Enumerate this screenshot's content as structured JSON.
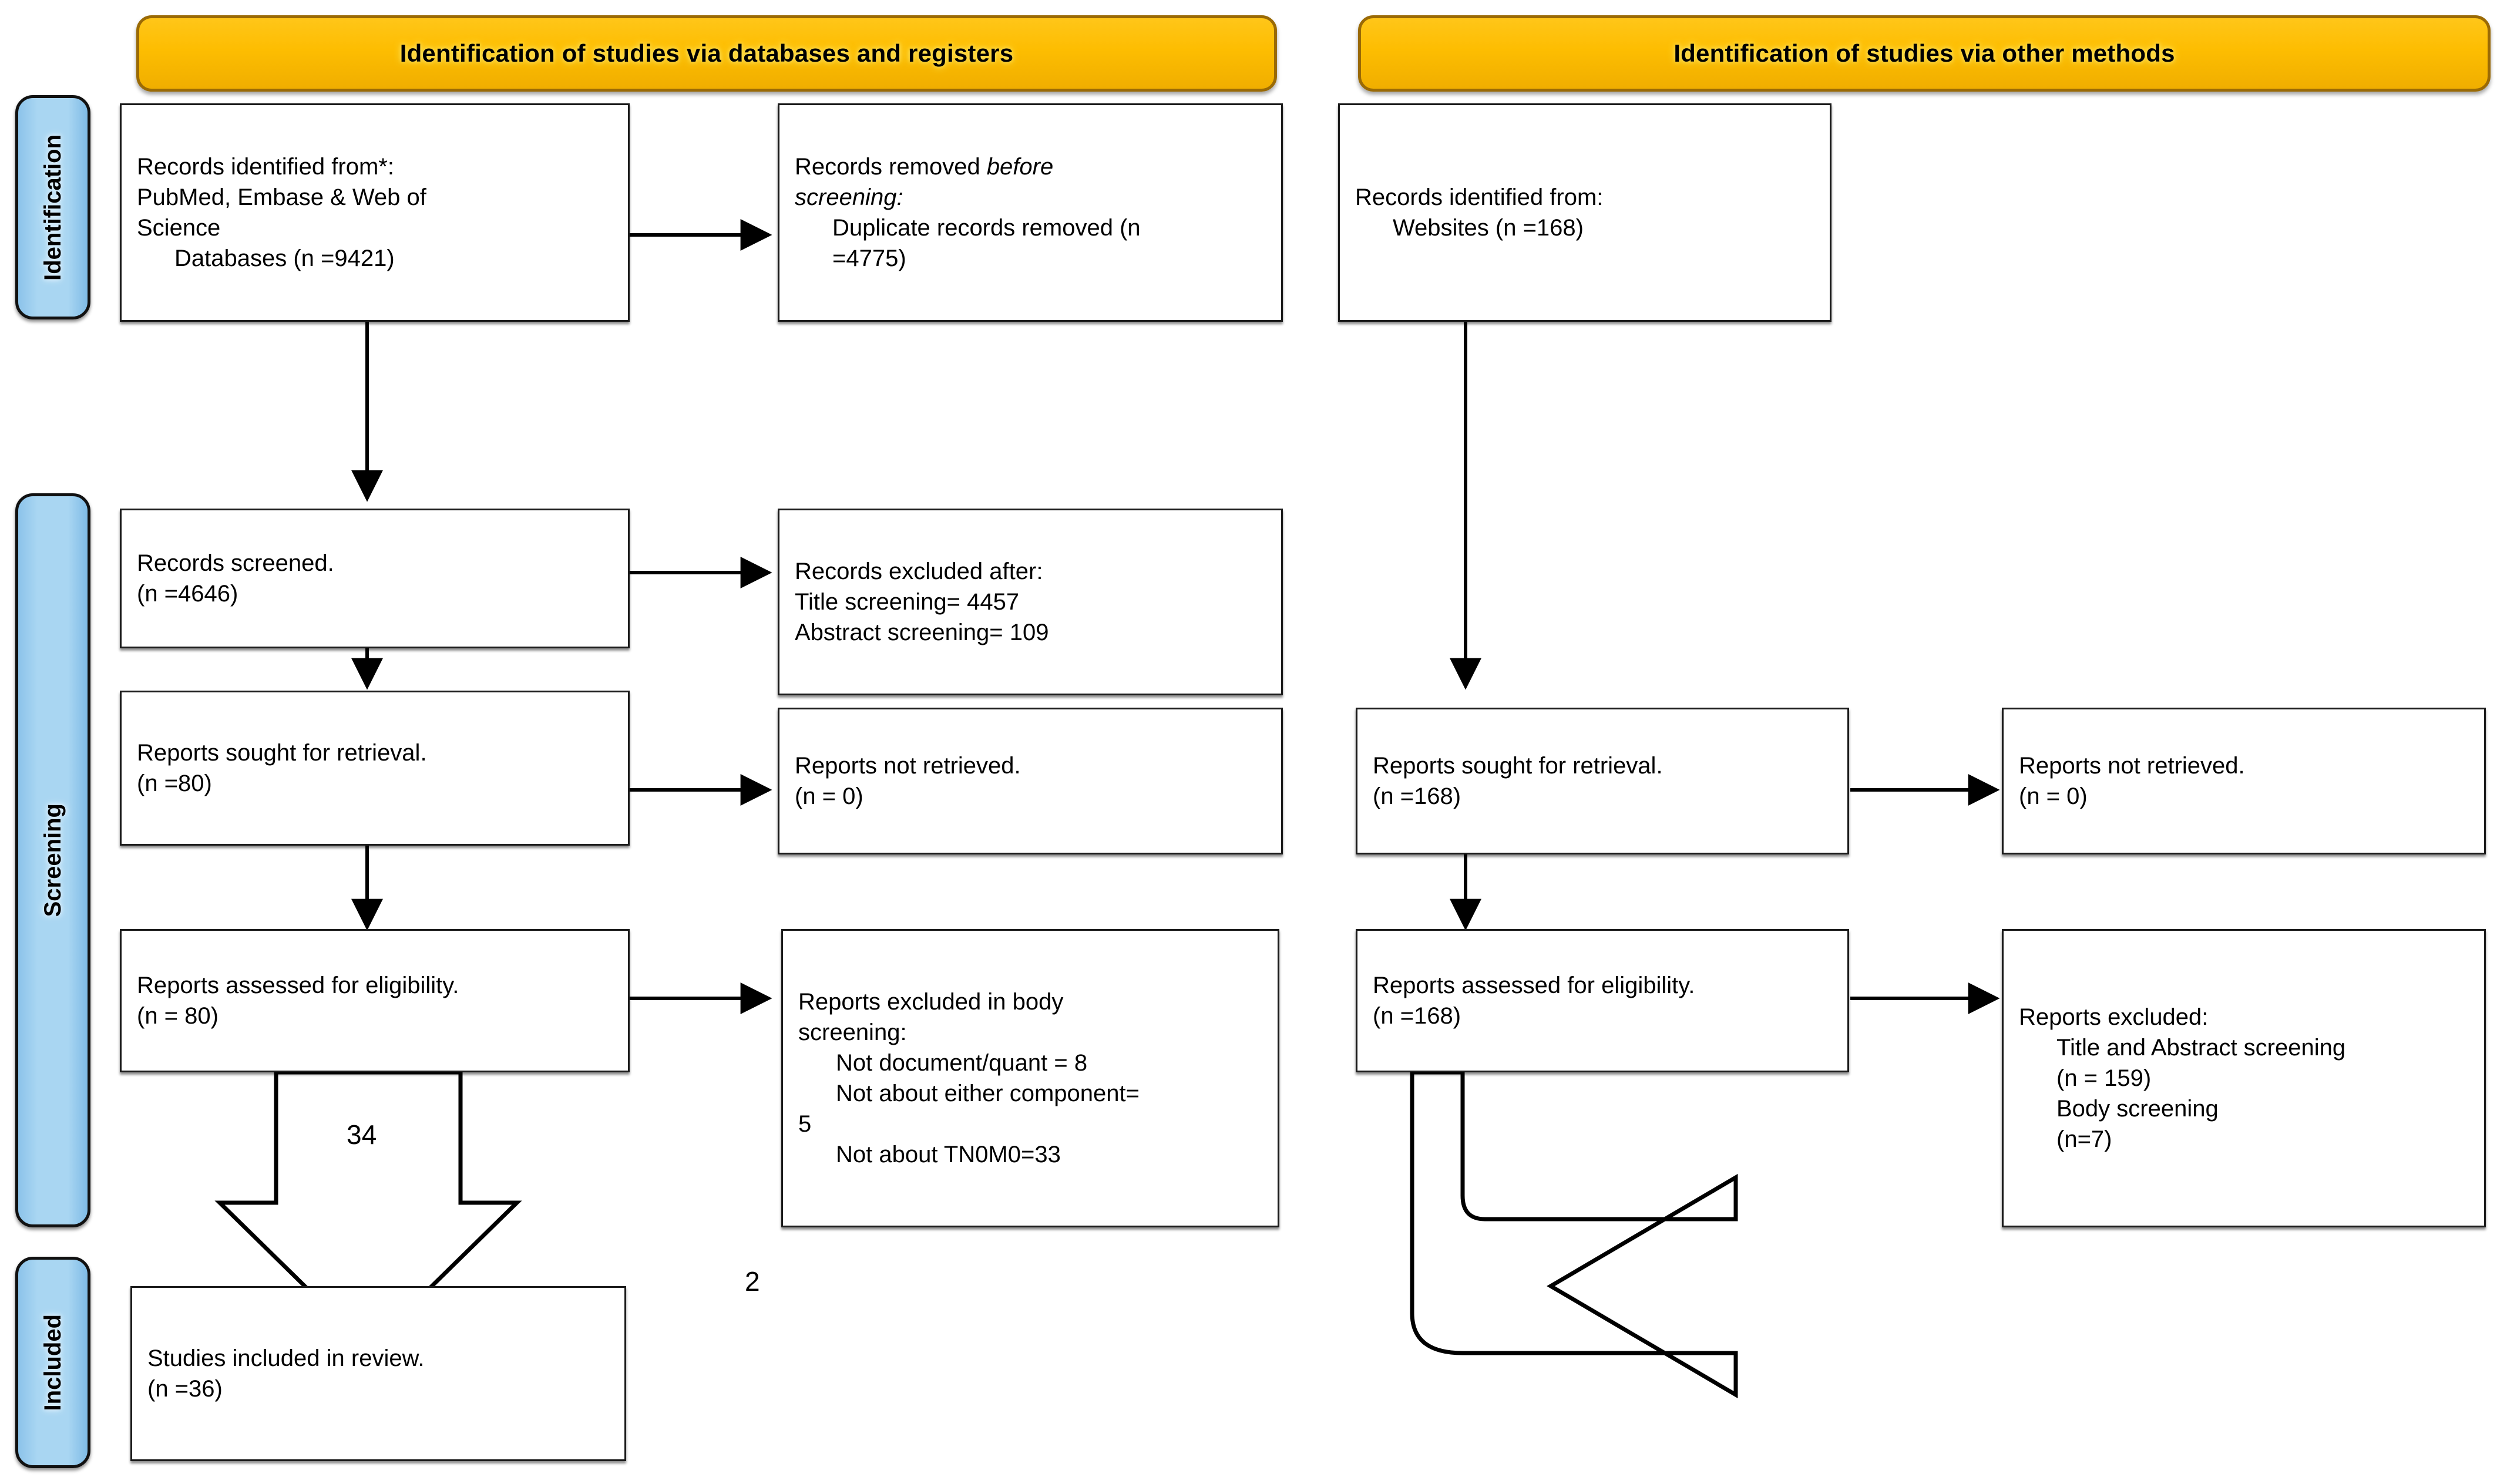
{
  "diagram": {
    "type": "prisma-flow-diagram",
    "banners": [
      {
        "id": "databases",
        "label": "Identification of studies via databases and registers"
      },
      {
        "id": "other",
        "label": "Identification of studies via other methods"
      }
    ],
    "phases": [
      {
        "id": "identification",
        "label": "Identification"
      },
      {
        "id": "screening",
        "label": "Screening"
      },
      {
        "id": "included",
        "label": "Included"
      }
    ],
    "colors": {
      "banner_fill": "#FDBD01",
      "banner_border": "#9A6A05",
      "rail_fill": "#A9D6F2",
      "rail_border": "#111111",
      "box_border": "#1b1b1b",
      "box_fill": "#FFFFFF",
      "text": "#000000"
    },
    "boxes": {
      "records_identified_db": {
        "name": "Records identified from databases",
        "lines": [
          {
            "text": "Records identified from*:",
            "indent": false
          },
          {
            "text": "PubMed, Embase & Web of",
            "indent": false
          },
          {
            "text": "Science",
            "indent": false
          },
          {
            "text": "Databases (n =9421)",
            "indent": true
          }
        ]
      },
      "records_removed": {
        "name": "Records removed before screening",
        "lines": [
          {
            "text": "Records removed before",
            "indent": false,
            "italic_from": "before"
          },
          {
            "text": "screening:",
            "indent": false,
            "italic": true
          },
          {
            "text": "Duplicate records removed (n",
            "indent": true
          },
          {
            "text": "=4775)",
            "indent": true
          }
        ]
      },
      "records_identified_other": {
        "name": "Records identified from websites",
        "lines": [
          {
            "text": "Records identified from:",
            "indent": false
          },
          {
            "text": "Websites (n =168)",
            "indent": true
          }
        ]
      },
      "records_screened": {
        "name": "Records screened",
        "lines": [
          {
            "text": "Records screened.",
            "indent": false
          },
          {
            "text": "(n =4646)",
            "indent": false
          }
        ]
      },
      "records_excluded": {
        "name": "Records excluded after screening",
        "lines": [
          {
            "text": "Records excluded after:",
            "indent": false
          },
          {
            "text": "Title screening= 4457",
            "indent": false
          },
          {
            "text": "Abstract screening= 109",
            "indent": false
          }
        ]
      },
      "reports_sought_db": {
        "name": "Reports sought for retrieval databases",
        "lines": [
          {
            "text": "Reports sought for retrieval.",
            "indent": false
          },
          {
            "text": "(n =80)",
            "indent": false
          }
        ]
      },
      "reports_not_retrieved_db": {
        "name": "Reports not retrieved databases",
        "lines": [
          {
            "text": "Reports not retrieved.",
            "indent": false
          },
          {
            "text": "(n = 0)",
            "indent": false
          }
        ]
      },
      "reports_sought_other": {
        "name": "Reports sought for retrieval other",
        "lines": [
          {
            "text": "Reports sought for retrieval.",
            "indent": false
          },
          {
            "text": "(n =168)",
            "indent": false
          }
        ]
      },
      "reports_not_retrieved_other": {
        "name": "Reports not retrieved other",
        "lines": [
          {
            "text": "Reports not retrieved.",
            "indent": false
          },
          {
            "text": "(n = 0)",
            "indent": false
          }
        ]
      },
      "reports_assessed_db": {
        "name": "Reports assessed for eligibility databases",
        "lines": [
          {
            "text": "Reports assessed for eligibility.",
            "indent": false
          },
          {
            "text": "(n = 80)",
            "indent": false
          }
        ]
      },
      "reports_excluded_body": {
        "name": "Reports excluded in body screening",
        "lines": [
          {
            "text": "Reports excluded in body",
            "indent": false
          },
          {
            "text": "screening:",
            "indent": false
          },
          {
            "text": "Not document/quant = 8",
            "indent": true
          },
          {
            "text": "Not about either component=",
            "indent": true
          },
          {
            "text": "5",
            "indent": false
          },
          {
            "text": "Not about TN0M0=33",
            "indent": true
          }
        ]
      },
      "reports_assessed_other": {
        "name": "Reports assessed for eligibility other",
        "lines": [
          {
            "text": "Reports assessed for eligibility.",
            "indent": false
          },
          {
            "text": "(n =168)",
            "indent": false
          }
        ]
      },
      "reports_excluded_other": {
        "name": "Reports excluded other",
        "lines": [
          {
            "text": "Reports excluded:",
            "indent": false
          },
          {
            "text": "Title and Abstract screening",
            "indent": true
          },
          {
            "text": "(n = 159)",
            "indent": true
          },
          {
            "text": "Body screening",
            "indent": true
          },
          {
            "text": "(n=7)",
            "indent": true
          }
        ]
      },
      "studies_included": {
        "name": "Studies included in review",
        "lines": [
          {
            "text": "Studies included in review.",
            "indent": false
          },
          {
            "text": "(n =36)",
            "indent": false
          }
        ]
      }
    },
    "flow_labels": {
      "db_to_included": "34",
      "other_to_included": "2"
    },
    "counts": {
      "records_identified_databases": 9421,
      "duplicate_records_removed": 4775,
      "records_identified_websites": 168,
      "records_screened": 4646,
      "excluded_title_screening": 4457,
      "excluded_abstract_screening": 109,
      "reports_sought_databases": 80,
      "reports_not_retrieved_databases": 0,
      "reports_sought_other": 168,
      "reports_not_retrieved_other": 0,
      "reports_assessed_databases": 80,
      "excluded_not_document_quant": 8,
      "excluded_not_about_either_component": 5,
      "excluded_not_about_tn0m0": 33,
      "reports_assessed_other": 168,
      "excluded_other_title_abstract": 159,
      "excluded_other_body": 7,
      "included_from_databases": 34,
      "included_from_other": 2,
      "studies_included_total": 36
    }
  }
}
